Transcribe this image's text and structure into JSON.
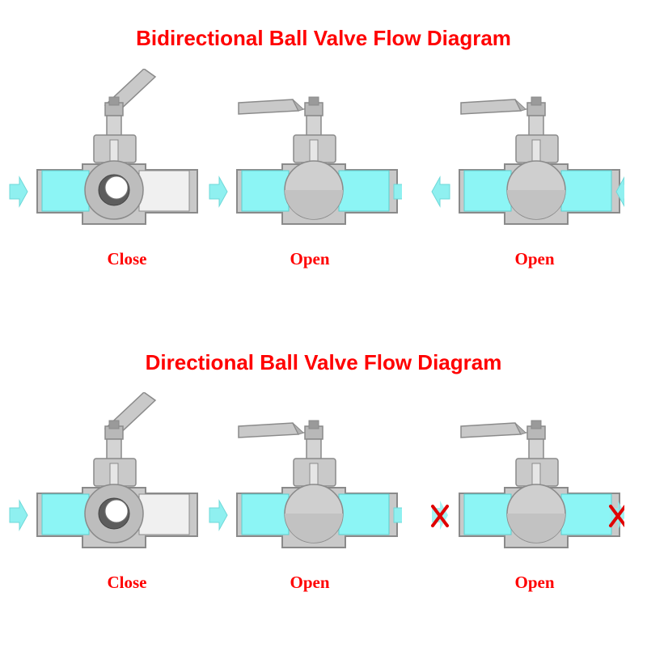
{
  "diagrams": [
    {
      "title": "Bidirectional Ball Valve Flow Diagram",
      "valves": [
        {
          "label": "Close",
          "state": "closed",
          "left_flow": "in",
          "right_flow": "none"
        },
        {
          "label": "Open",
          "state": "open",
          "left_flow": "in",
          "right_flow": "out"
        },
        {
          "label": "Open",
          "state": "open",
          "left_flow": "out",
          "right_flow": "in"
        }
      ]
    },
    {
      "title": "Directional Ball Valve Flow Diagram",
      "valves": [
        {
          "label": "Close",
          "state": "closed",
          "left_flow": "in",
          "right_flow": "none"
        },
        {
          "label": "Open",
          "state": "open",
          "left_flow": "in",
          "right_flow": "out"
        },
        {
          "label": "Open",
          "state": "open",
          "left_flow": "blocked",
          "right_flow": "blocked"
        }
      ]
    }
  ],
  "colors": {
    "title": "#ff0000",
    "label": "#ff0000",
    "fluid": "#8cf5f5",
    "arrow": "#8ff0f0",
    "body": "#c9c9c9",
    "outline": "#8a8a8a",
    "blocked_mark": "#e00000"
  }
}
